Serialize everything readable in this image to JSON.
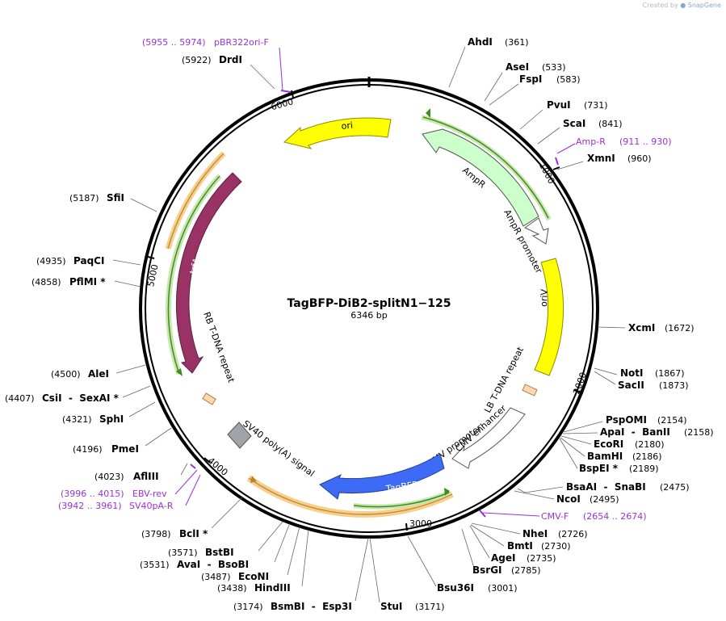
{
  "credit": {
    "created_by": "Created by",
    "brand": "SnapGene"
  },
  "plasmid": {
    "name": "TagBFP-DiB2-splitN1−125",
    "length_label": "6346 bp",
    "total_bp": 6346
  },
  "ticks": [
    "1000",
    "2000",
    "3000",
    "4000",
    "5000",
    "6000"
  ],
  "enzymes": [
    {
      "name": "AhdI",
      "pos": "(361)",
      "bp": 361
    },
    {
      "name": "AseI",
      "pos": "(533)",
      "bp": 533
    },
    {
      "name": "FspI",
      "pos": "(583)",
      "bp": 583
    },
    {
      "name": "PvuI",
      "pos": "(731)",
      "bp": 731
    },
    {
      "name": "ScaI",
      "pos": "(841)",
      "bp": 841
    },
    {
      "name": "XmnI",
      "pos": "(960)",
      "bp": 960
    },
    {
      "name": "XcmI",
      "pos": "(1672)",
      "bp": 1672
    },
    {
      "name": "NotI",
      "pos": "(1867)",
      "bp": 1867
    },
    {
      "name": "SacII",
      "pos": "(1873)",
      "bp": 1873
    },
    {
      "name": "PspOMI",
      "pos": "(2154)",
      "bp": 2154
    },
    {
      "name": "ApaI  -  BanII",
      "pos": "(2158)",
      "bp": 2158
    },
    {
      "name": "EcoRI",
      "pos": "(2180)",
      "bp": 2180
    },
    {
      "name": "BamHI",
      "pos": "(2186)",
      "bp": 2186
    },
    {
      "name": "BspEI *",
      "pos": "(2189)",
      "bp": 2189
    },
    {
      "name": "BsaAI  -  SnaBI",
      "pos": "(2475)",
      "bp": 2475
    },
    {
      "name": "NcoI",
      "pos": "(2495)",
      "bp": 2495
    },
    {
      "name": "NheI",
      "pos": "(2726)",
      "bp": 2726
    },
    {
      "name": "BmtI",
      "pos": "(2730)",
      "bp": 2730
    },
    {
      "name": "AgeI",
      "pos": "(2735)",
      "bp": 2735
    },
    {
      "name": "BsrGI",
      "pos": "(2785)",
      "bp": 2785
    },
    {
      "name": "Bsu36I",
      "pos": "(3001)",
      "bp": 3001
    },
    {
      "name": "StuI",
      "pos": "(3171)",
      "bp": 3171
    },
    {
      "name": "BsmBI  -  Esp3I",
      "pos": "(3174)",
      "bp": 3174
    },
    {
      "name": "HindIII",
      "pos": "(3438)",
      "bp": 3438
    },
    {
      "name": "EcoNI",
      "pos": "(3487)",
      "bp": 3487
    },
    {
      "name": "AvaI  -  BsoBI",
      "pos": "(3531)",
      "bp": 3531
    },
    {
      "name": "BstBI",
      "pos": "(3571)",
      "bp": 3571
    },
    {
      "name": "BclI *",
      "pos": "(3798)",
      "bp": 3798
    },
    {
      "name": "AflIII",
      "pos": "(4023)",
      "bp": 4023
    },
    {
      "name": "PmeI",
      "pos": "(4196)",
      "bp": 4196
    },
    {
      "name": "SphI",
      "pos": "(4321)",
      "bp": 4321
    },
    {
      "name": "CsiI  -  SexAI *",
      "pos": "(4407)",
      "bp": 4407
    },
    {
      "name": "AleI",
      "pos": "(4500)",
      "bp": 4500
    },
    {
      "name": "PflMI *",
      "pos": "(4858)",
      "bp": 4858
    },
    {
      "name": "PaqCI",
      "pos": "(4935)",
      "bp": 4935
    },
    {
      "name": "SfiI",
      "pos": "(5187)",
      "bp": 5187
    },
    {
      "name": "DrdI",
      "pos": "(5922)",
      "bp": 5922
    }
  ],
  "primers": [
    {
      "name": "pBR322ori-F",
      "range": "(5955 .. 5974)",
      "bp": 5964
    },
    {
      "name": "Amp-R",
      "range": "(911 .. 930)",
      "bp": 920
    },
    {
      "name": "CMV-F",
      "range": "(2654 .. 2674)",
      "bp": 2664
    },
    {
      "name": "EBV-rev",
      "range": "(3996 .. 4015)",
      "bp": 4005
    },
    {
      "name": "SV40pA-R",
      "range": "(3942 .. 3961)",
      "bp": 3951
    }
  ],
  "features": [
    {
      "name": "ori",
      "color": "#ffff00"
    },
    {
      "name": "AmpR",
      "color": "#ccffcc"
    },
    {
      "name": "AmpR promoter",
      "color": "#ffffff"
    },
    {
      "name": "oriV",
      "color": "#ffff00"
    },
    {
      "name": "LB T-DNA repeat",
      "color": "#ffd9b3"
    },
    {
      "name": "CMV enhancer",
      "color": "#ffffff"
    },
    {
      "name": "CMV promoter",
      "color": "#ffffff"
    },
    {
      "name": "TagBFP",
      "color": "#3d6bf5"
    },
    {
      "name": "SV40 poly(A) signal",
      "color": "#a0a4a8"
    },
    {
      "name": "RB T-DNA repeat",
      "color": "#ffd9b3"
    },
    {
      "name": "trfA",
      "color": "#993366"
    }
  ]
}
